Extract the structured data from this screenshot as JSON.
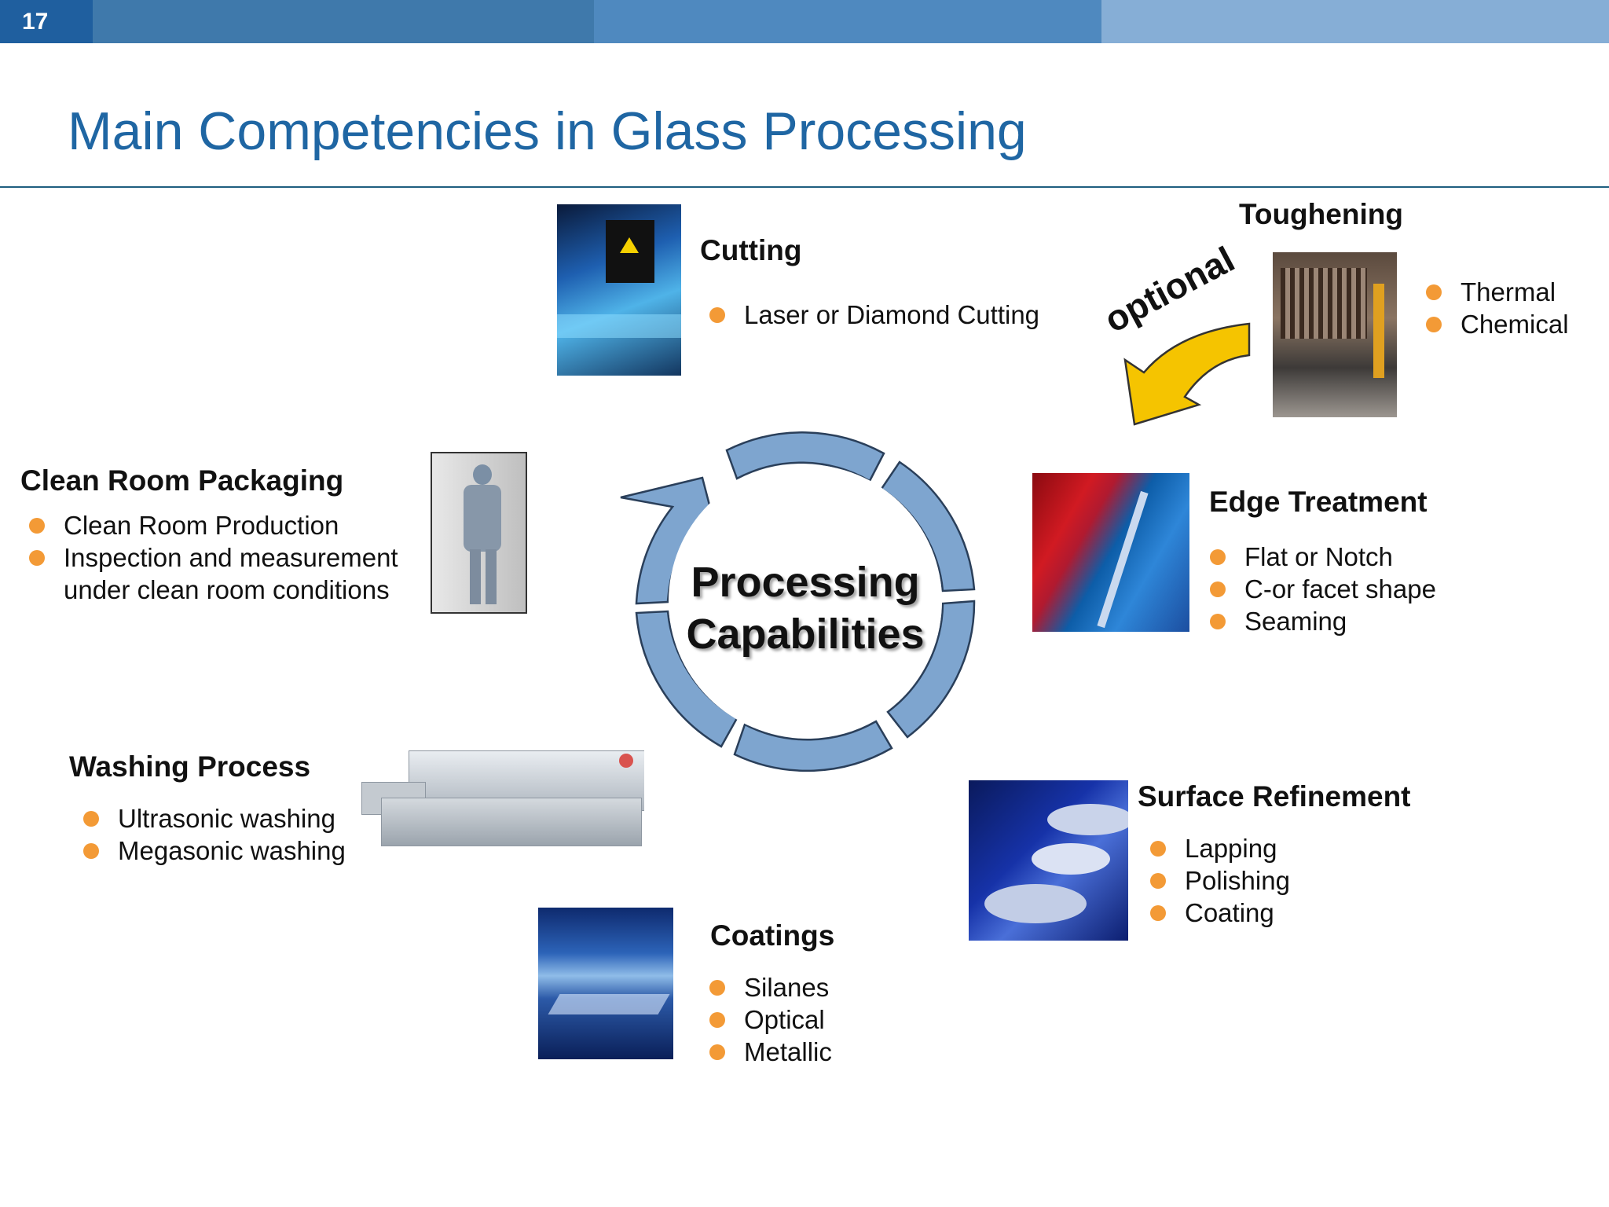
{
  "slide": {
    "page_number": "17",
    "title": "Main Competencies in Glass Processing"
  },
  "center": {
    "line1": "Processing",
    "line2": "Capabilities"
  },
  "optional_label": "optional",
  "sections": {
    "cutting": {
      "heading": "Cutting",
      "items": [
        "Laser or Diamond Cutting"
      ]
    },
    "toughening": {
      "heading": "Toughening",
      "items": [
        "Thermal",
        "Chemical"
      ]
    },
    "clean_room": {
      "heading": "Clean Room Packaging",
      "items": [
        "Clean Room Production",
        "Inspection and measurement",
        "under clean room conditions"
      ]
    },
    "edge": {
      "heading": "Edge Treatment",
      "items": [
        "Flat or Notch",
        "C-or facet  shape",
        "Seaming"
      ]
    },
    "washing": {
      "heading": "Washing Process",
      "items": [
        "Ultrasonic washing",
        "Megasonic washing"
      ]
    },
    "surface": {
      "heading": "Surface Refinement",
      "items": [
        "Lapping",
        "Polishing",
        "Coating"
      ]
    },
    "coatings": {
      "heading": "Coatings",
      "items": [
        "Silanes",
        "Optical",
        "Metallic"
      ]
    }
  },
  "colors": {
    "title_blue": "#1f66a3",
    "bullet_orange": "#f39a36",
    "cycle_blue": "#7ea5cf",
    "arrow_yellow": "#f5c400"
  },
  "icons": {
    "cycle": "circular-process-arrows-icon",
    "optional_arrow": "curved-yellow-arrow-icon"
  }
}
